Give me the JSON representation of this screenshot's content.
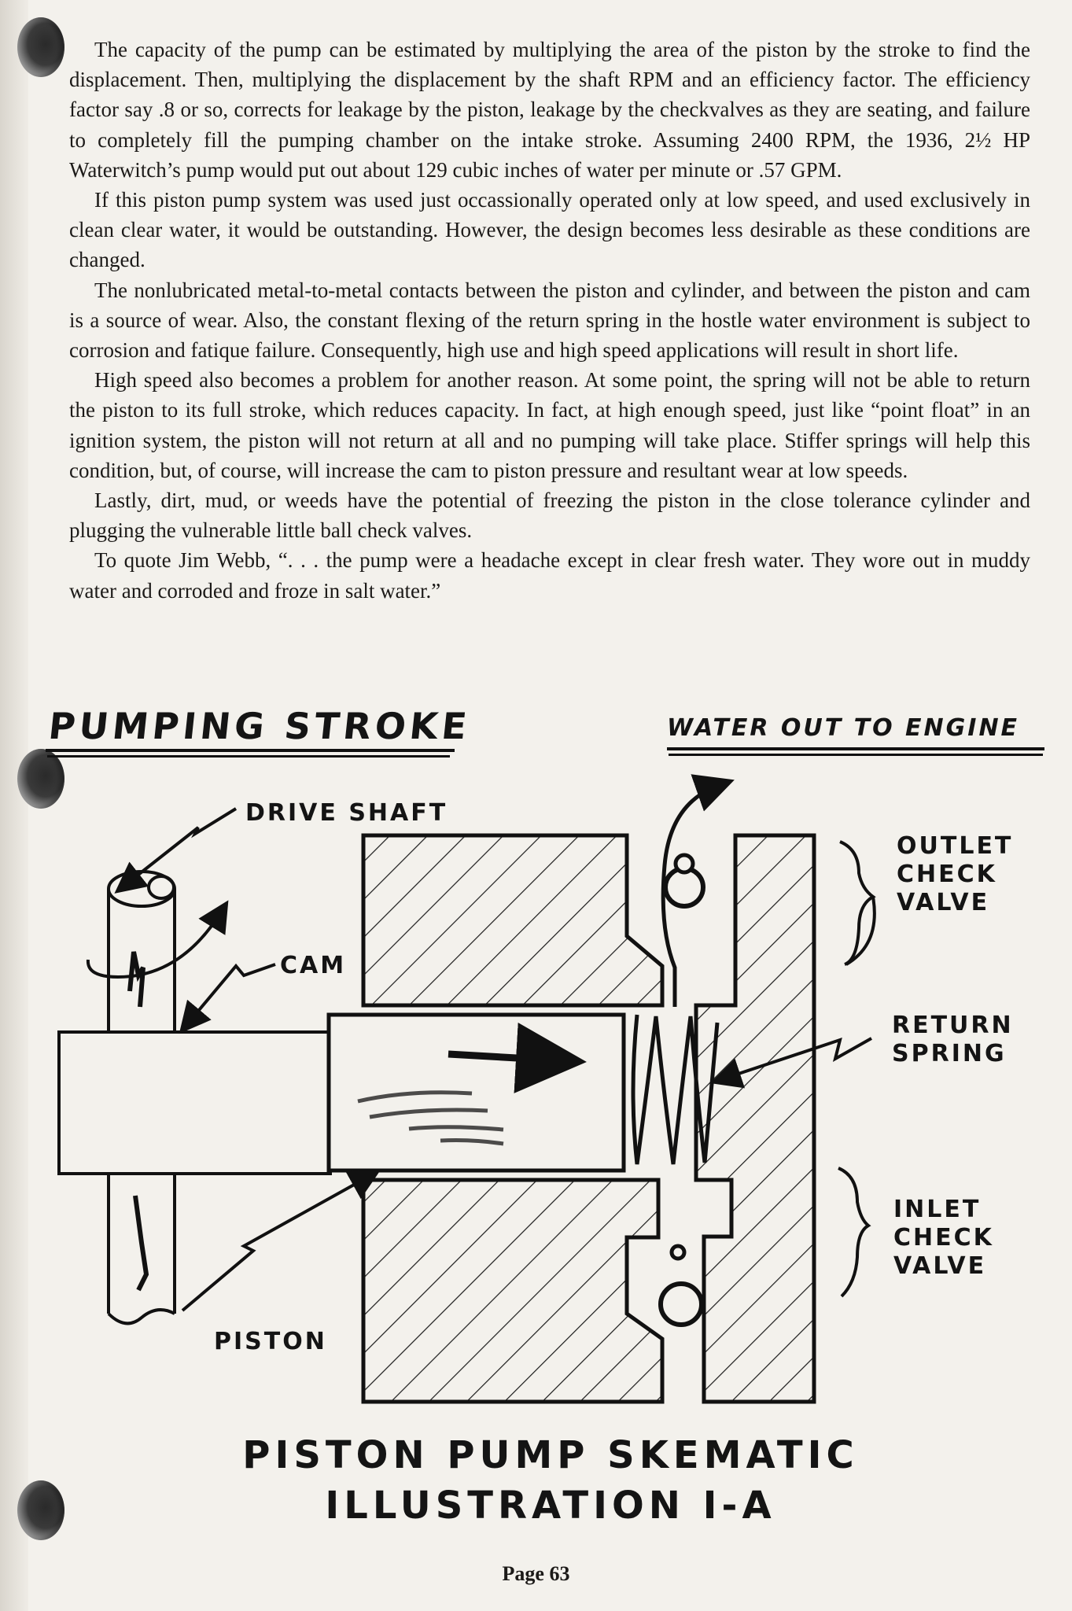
{
  "paragraphs": [
    "The capacity of the pump can be estimated by multiplying the area of the piston by the stroke to find the displacement. Then, multiplying the displacement by the shaft RPM and an efficiency factor. The efficiency factor say .8 or so, corrects for leakage by the piston, leakage by the checkvalves as they are seating, and failure to completely fill the pumping chamber on the intake stroke. Assuming 2400 RPM, the 1936, 2½ HP Waterwitch’s pump would put out about 129 cubic inches of water per minute or .57 GPM.",
    "If this piston pump system was used just occassionally operated only at low speed, and used exclusively in clean clear water, it would be outstanding. However, the design becomes less desirable as these conditions are changed.",
    "The nonlubricated metal-to-metal contacts between the piston and cylinder, and between the piston and cam is a source of wear. Also, the constant flexing of the return spring in the hostle water environment is subject to corrosion and fatique failure. Consequently, high use and high speed applications will result in short life.",
    "High speed also becomes a problem for another reason. At some point, the spring will not be able to return the piston to its full stroke, which reduces capacity. In fact, at high enough speed, just like “point float” in an ignition system, the piston will not return at all and no pumping will take place. Stiffer springs will help this condition, but, of course, will increase the cam to piston pressure and resultant wear at low speeds.",
    "Lastly, dirt, mud, or weeds have the potential of freezing the piston in the close tolerance cylinder and plugging the vulnerable little ball check valves.",
    "To quote Jim Webb, “. . . the pump were a headache except in clear fresh water. They wore out in muddy water and corroded and froze in salt water.”"
  ],
  "diagram": {
    "heading_left": "PUMPING STROKE",
    "heading_right": "WATER OUT TO ENGINE",
    "labels": {
      "drive_shaft": "DRIVE SHAFT",
      "cam": "CAM",
      "piston": "PISTON",
      "outlet_check_valve": [
        "OUTLET",
        "CHECK",
        "VALVE"
      ],
      "return_spring": [
        "RETURN",
        "SPRING"
      ],
      "inlet_check_valve": [
        "INLET",
        "CHECK",
        "VALVE"
      ]
    },
    "caption_line1": "PISTON PUMP SKEMATIC",
    "caption_line2": "ILLUSTRATION I-A"
  },
  "page_number": "Page 63"
}
